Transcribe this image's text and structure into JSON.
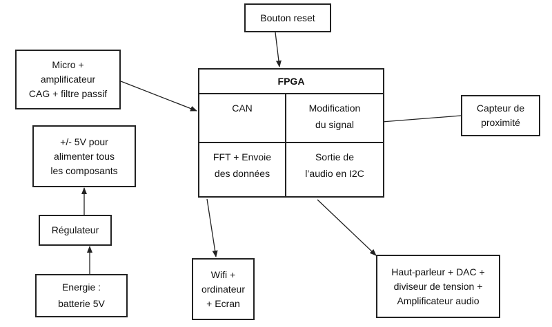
{
  "fpga": {
    "title": "FPGA",
    "can": [
      "CAN"
    ],
    "modification": [
      "Modification",
      "du signal"
    ],
    "fft": [
      "FFT + Envoie",
      "des données"
    ],
    "sortie": [
      "Sortie de",
      "l’audio en I2C"
    ]
  },
  "boxes": {
    "bouton_reset": [
      "Bouton reset"
    ],
    "micro": [
      "Micro +",
      "amplificateur",
      "CAG + filtre passif"
    ],
    "capteur": [
      "Capteur de",
      "proximité"
    ],
    "alimentation": [
      "+/- 5V pour",
      "alimenter tous",
      "les composants"
    ],
    "regulateur": [
      "Régulateur"
    ],
    "energie": [
      "Energie :",
      "batterie 5V"
    ],
    "wifi": [
      "Wifi +",
      "ordinateur",
      "+ Ecran"
    ],
    "haut_parleur": [
      "Haut-parleur + DAC +",
      "diviseur de tension +",
      "Amplificateur audio"
    ]
  },
  "colors": {
    "stroke": "#222222",
    "background": "#ffffff"
  }
}
